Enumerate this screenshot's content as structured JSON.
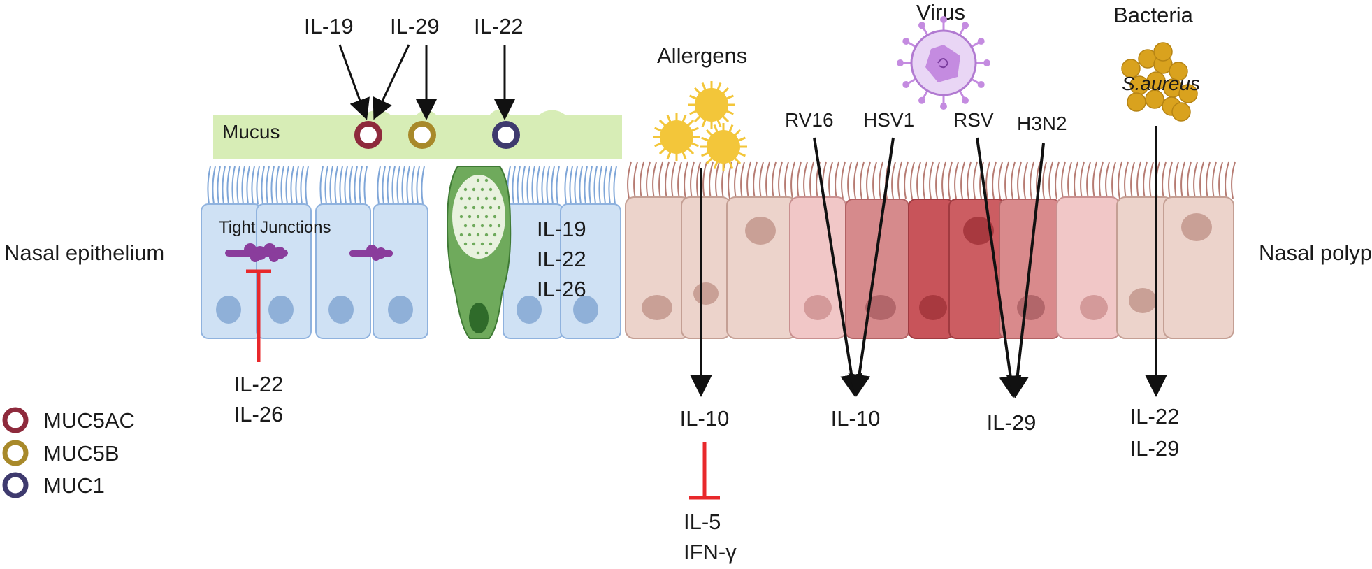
{
  "inputs": {
    "il19": "IL-19",
    "il29": "IL-29",
    "il22": "IL-22"
  },
  "mucus": {
    "label": "Mucus"
  },
  "tight_junctions": {
    "label": "Tight Junctions"
  },
  "nasal_epithelium": {
    "label": "Nasal epithelium"
  },
  "nasal_polyp": {
    "label": "Nasal polyp"
  },
  "epithelium_cytokines": [
    "IL-19",
    "IL-22",
    "IL-26"
  ],
  "tj_inhibitors": [
    "IL-22",
    "IL-26"
  ],
  "legend": [
    {
      "label": "MUC5AC",
      "color": "#8e2a3c"
    },
    {
      "label": "MUC5B",
      "color": "#a8892a"
    },
    {
      "label": "MUC1",
      "color": "#3e3a6e"
    }
  ],
  "allergens": {
    "label": "Allergens",
    "output": "IL-10",
    "inhibited": [
      "IL-5",
      "IFN-γ"
    ]
  },
  "virus": {
    "label": "Virus",
    "strains": [
      "RV16",
      "HSV1",
      "RSV",
      "H3N2"
    ],
    "output_left": "IL-10",
    "output_right": "IL-29"
  },
  "bacteria": {
    "label": "Bacteria",
    "species": "S.aureus",
    "outputs": [
      "IL-22",
      "IL-29"
    ]
  },
  "colors": {
    "mucus": "#d7edb6",
    "epithelium_cell": "#cfe1f4",
    "goblet_cell": "#6faa5c",
    "polyp_cell_light": "#ecd3cb",
    "polyp_cell_dark": "#c8545a",
    "inhibit": "#e8282b",
    "arrow": "#111111",
    "tight_junction": "#8a3d9c",
    "allergen": "#f3c63a",
    "virus": "#c48be0",
    "bacteria": "#d9a21e"
  }
}
